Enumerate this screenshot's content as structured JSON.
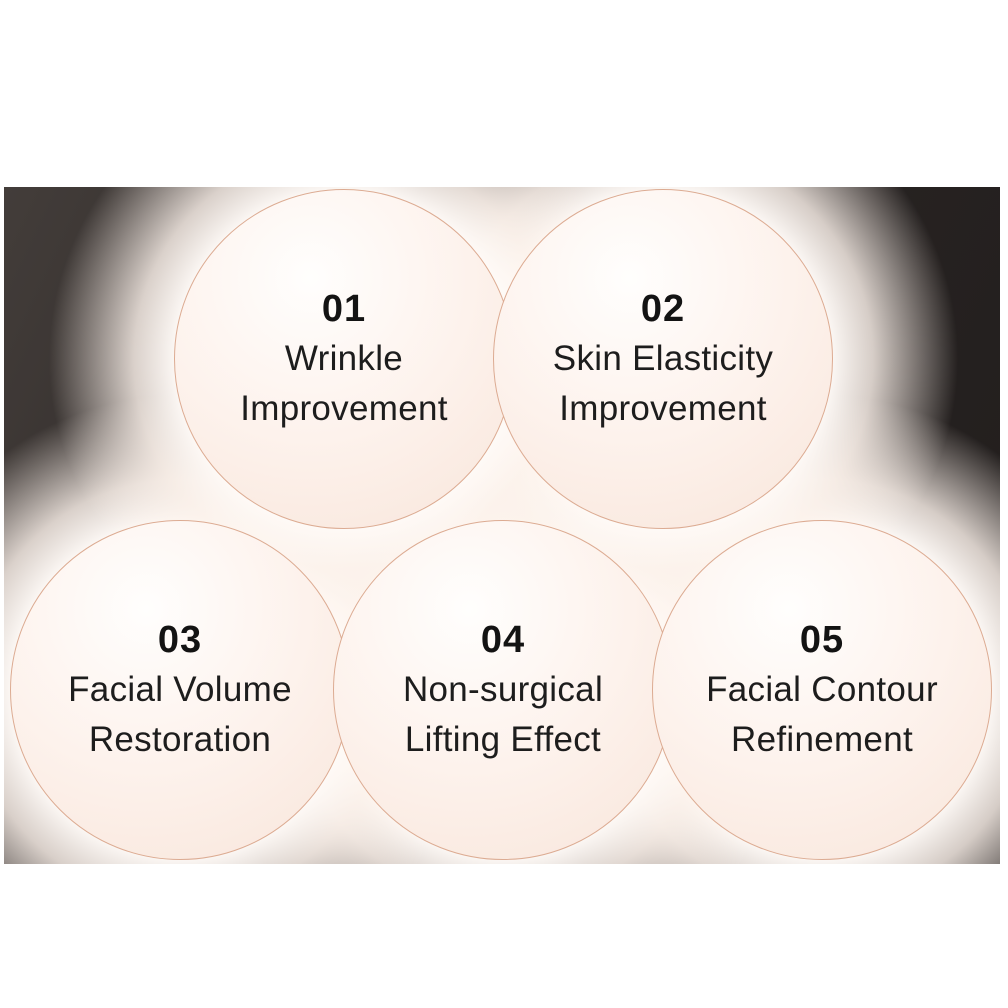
{
  "meta": {
    "description": "Infographic panel with five numbered benefit circles on a dark glowing background"
  },
  "colors": {
    "page_background": "#ffffff",
    "panel_dark": "#2b2625",
    "glow": "#fdf3ec",
    "circle_fill_light": "#fffefd",
    "circle_fill_pink": "#f8e5da",
    "circle_border": "#dcab92",
    "number_text": "#131313",
    "label_text": "#1d1d1d"
  },
  "circles": [
    {
      "number": "01",
      "label_line1": "Wrinkle",
      "label_line2": "Improvement"
    },
    {
      "number": "02",
      "label_line1": "Skin Elasticity",
      "label_line2": "Improvement"
    },
    {
      "number": "03",
      "label_line1": "Facial Volume",
      "label_line2": "Restoration"
    },
    {
      "number": "04",
      "label_line1": "Non-surgical",
      "label_line2": "Lifting Effect"
    },
    {
      "number": "05",
      "label_line1": "Facial Contour",
      "label_line2": "Refinement"
    }
  ]
}
